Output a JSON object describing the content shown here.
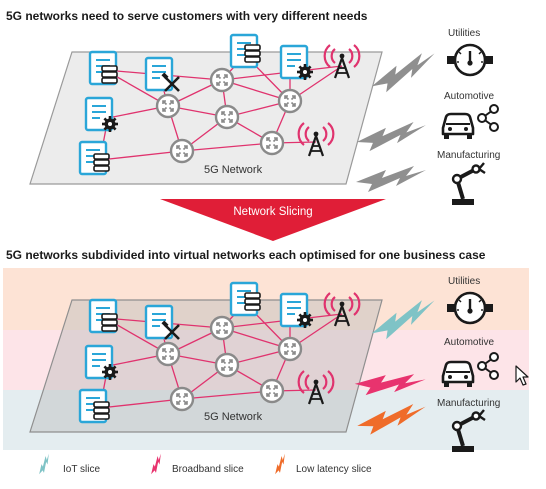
{
  "top": {
    "heading": "5G networks need to serve customers with very different needs",
    "network_label": "5G Network",
    "customers": [
      "Utilities",
      "Automotive",
      "Manufacturing"
    ]
  },
  "arrow": {
    "label": "Network Slicing",
    "color": "#e01e37"
  },
  "bottom": {
    "heading": "5G networks subdivided into virtual networks each optimised for one business case",
    "network_label": "5G Network",
    "customers": [
      "Utilities",
      "Automotive",
      "Manufacturing"
    ]
  },
  "legend": [
    {
      "label": "IoT slice",
      "color": "#7fc3c6"
    },
    {
      "label": "Broadband slice",
      "color": "#e8336e"
    },
    {
      "label": "Low latency slice",
      "color": "#ef6c2a"
    }
  ],
  "colors": {
    "server": "#2aa6d8",
    "link": "#e0336e",
    "router": "#8a8a8a",
    "antenna": "#e0336e",
    "band_iot": "#fde3d5",
    "band_broadband": "#fde4e8",
    "band_low_latency": "#e4edf0"
  },
  "icons": [
    "server-icon",
    "server-settings-icon",
    "server-tools-icon",
    "router-icon",
    "antenna-icon",
    "gauge-icon",
    "car-icon",
    "share-icon",
    "robot-arm-icon",
    "mouse-cursor-icon"
  ]
}
